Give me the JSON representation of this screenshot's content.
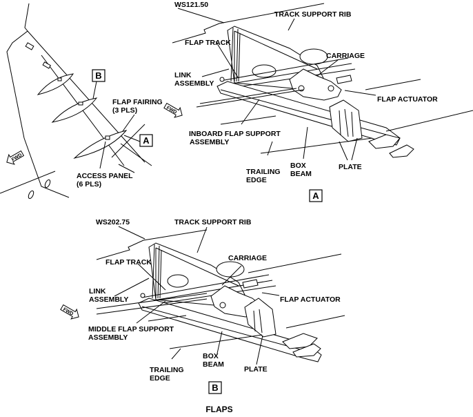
{
  "title": "FLAPS",
  "overview": {
    "labels": {
      "flap_fairing": [
        "FLAP FAIRING",
        "(3 PLS)"
      ],
      "access_panel": [
        "ACCESS PANEL",
        "(6 PLS)"
      ]
    },
    "callouts": {
      "a": "A",
      "b": "B"
    },
    "fwd": "FWD"
  },
  "detail_a": {
    "station": "WS121.50",
    "labels": {
      "track_support_rib": "TRACK SUPPORT RIB",
      "flap_track": "FLAP TRACK",
      "carriage": "CARRIAGE",
      "link_assembly": [
        "LINK",
        "ASSEMBLY"
      ],
      "flap_actuator": "FLAP ACTUATOR",
      "support_assembly": [
        "INBOARD FLAP SUPPORT",
        "ASSEMBLY"
      ],
      "trailing_edge": [
        "TRAILING",
        "EDGE"
      ],
      "box_beam": [
        "BOX",
        "BEAM"
      ],
      "plate": "PLATE"
    },
    "view_label": "A",
    "fwd": "FWD"
  },
  "detail_b": {
    "station": "WS202.75",
    "labels": {
      "track_support_rib": "TRACK SUPPORT RIB",
      "flap_track": "FLAP TRACK",
      "carriage": "CARRIAGE",
      "link_assembly": [
        "LINK",
        "ASSEMBLY"
      ],
      "flap_actuator": "FLAP ACTUATOR",
      "support_assembly": [
        "MIDDLE FLAP SUPPORT",
        "ASSEMBLY"
      ],
      "trailing_edge": [
        "TRAILING",
        "EDGE"
      ],
      "box_beam": [
        "BOX",
        "BEAM"
      ],
      "plate": "PLATE"
    },
    "view_label": "B",
    "fwd": "FWD"
  }
}
